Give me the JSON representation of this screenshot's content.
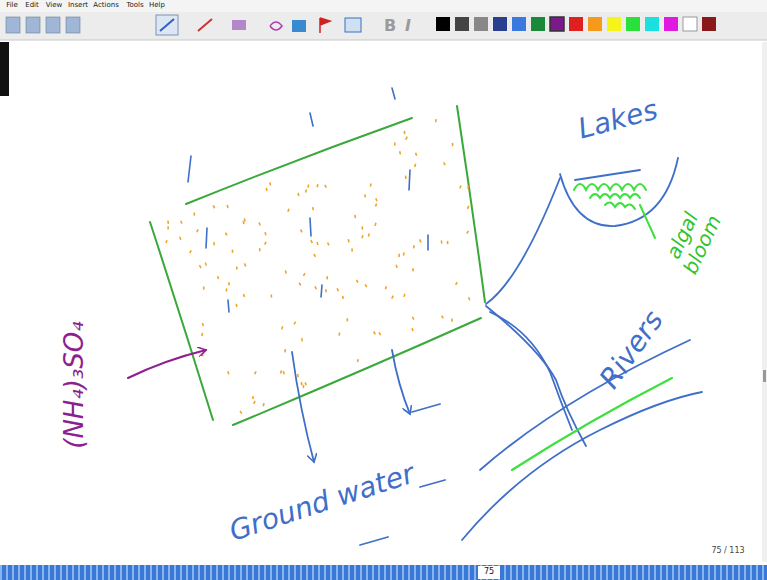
{
  "diagram": {
    "labels": [
      "File",
      "Edit",
      "View",
      "Insert",
      "Actions",
      "Tools",
      "Help",
      "B",
      "I",
      "Lakes",
      "algal bloom",
      "Rivers",
      "Ground water",
      "(NH₄)₃SO₄",
      "75 / 113",
      "75"
    ]
  }
}
